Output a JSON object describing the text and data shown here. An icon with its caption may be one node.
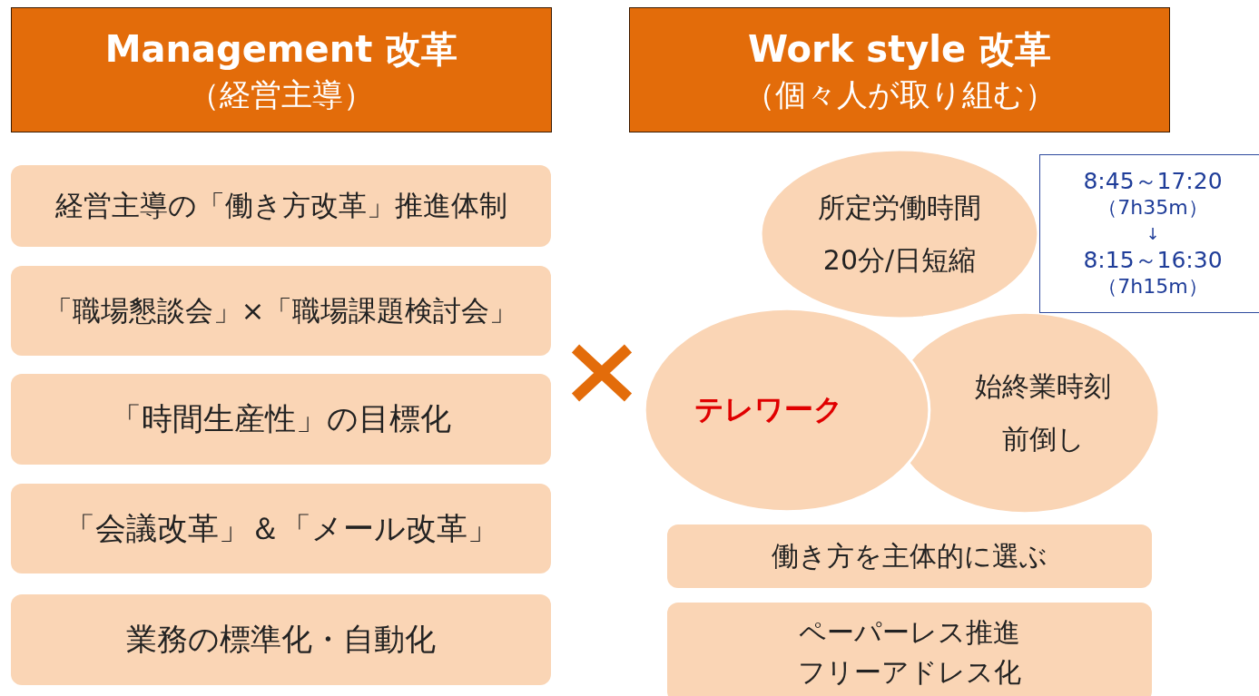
{
  "diagram": {
    "nodes": [
      {
        "text": [
          "Management 改革",
          "（経営主導）"
        ]
      },
      {
        "text": [
          "Work style 改革",
          "（個々人が取り組む）"
        ]
      },
      {
        "text": [
          "経営主導の「働き方改革」推進体制"
        ]
      },
      {
        "text": [
          "「職場懇談会」×「職場課題検討会」"
        ]
      },
      {
        "text": [
          "「時間生産性」の目標化"
        ]
      },
      {
        "text": [
          "「会議改革」＆「メール改革」"
        ]
      },
      {
        "text": [
          "業務の標準化・自動化"
        ]
      },
      {
        "text": [
          "所定労働時間",
          "20分/日短縮"
        ]
      },
      {
        "text": [
          "始終業時刻",
          "前倒し"
        ]
      },
      {
        "text": [
          "テレワーク"
        ]
      },
      {
        "text": [
          "8:45～17:20",
          "（7h35m）",
          "↓",
          "8:15～16:30",
          "（7h15m）"
        ]
      },
      {
        "text": [
          "働き方を主体的に選ぶ"
        ]
      },
      {
        "text": [
          "ペーパーレス推進",
          "フリーアドレス化"
        ]
      }
    ],
    "edges": []
  }
}
